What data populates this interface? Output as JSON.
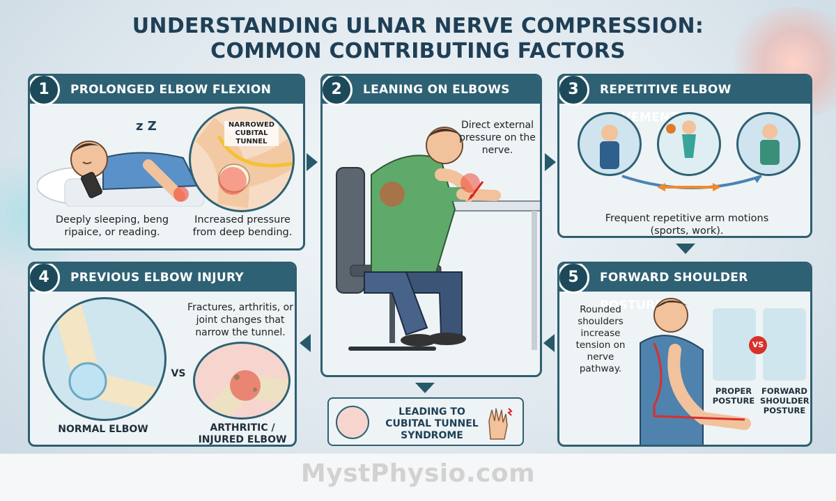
{
  "title": {
    "line1": "UNDERSTANDING ULNAR NERVE COMPRESSION:",
    "line2": "COMMON CONTRIBUTING FACTORS"
  },
  "panels": [
    {
      "number": "1",
      "heading": "PROLONGED ELBOW FLEXION",
      "caption_left": "Deeply sleeping, beng ripaice, or reading.",
      "caption_right": "Increased pressure from deep bending.",
      "inset_label": "NARROWED CUBITAL TUNNEL",
      "zz": "z Z"
    },
    {
      "number": "2",
      "heading": "LEANING ON ELBOWS",
      "annotation": "Direct external pressure on the nerve."
    },
    {
      "number": "3",
      "heading": "REPETITIVE ELBOW MOVEMENTS",
      "caption": "Frequent repetitive arm motions (sports, work)."
    },
    {
      "number": "4",
      "heading": "PREVIOUS ELBOW INJURY",
      "caption": "Fractures, arthritis, or joint changes that narrow the tunnel.",
      "vs": "VS",
      "label_left": "NORMAL ELBOW",
      "label_right": "ARTHRITIC / INJURED ELBOW"
    },
    {
      "number": "5",
      "heading": "FORWARD SHOULDER POSTURE",
      "caption": "Rounded shoulders increase tension on nerve pathway.",
      "vs": "VS",
      "label_left": "PROPER POSTURE",
      "label_right": "FORWARD SHOULDER POSTURE"
    }
  ],
  "outcome": {
    "text": "LEADING TO CUBITAL TUNNEL SYNDROME"
  },
  "watermark": "MystPhysio.com",
  "colors": {
    "header": "#2e6173",
    "accent_red": "#e23a2a",
    "title": "#1f3f56"
  }
}
